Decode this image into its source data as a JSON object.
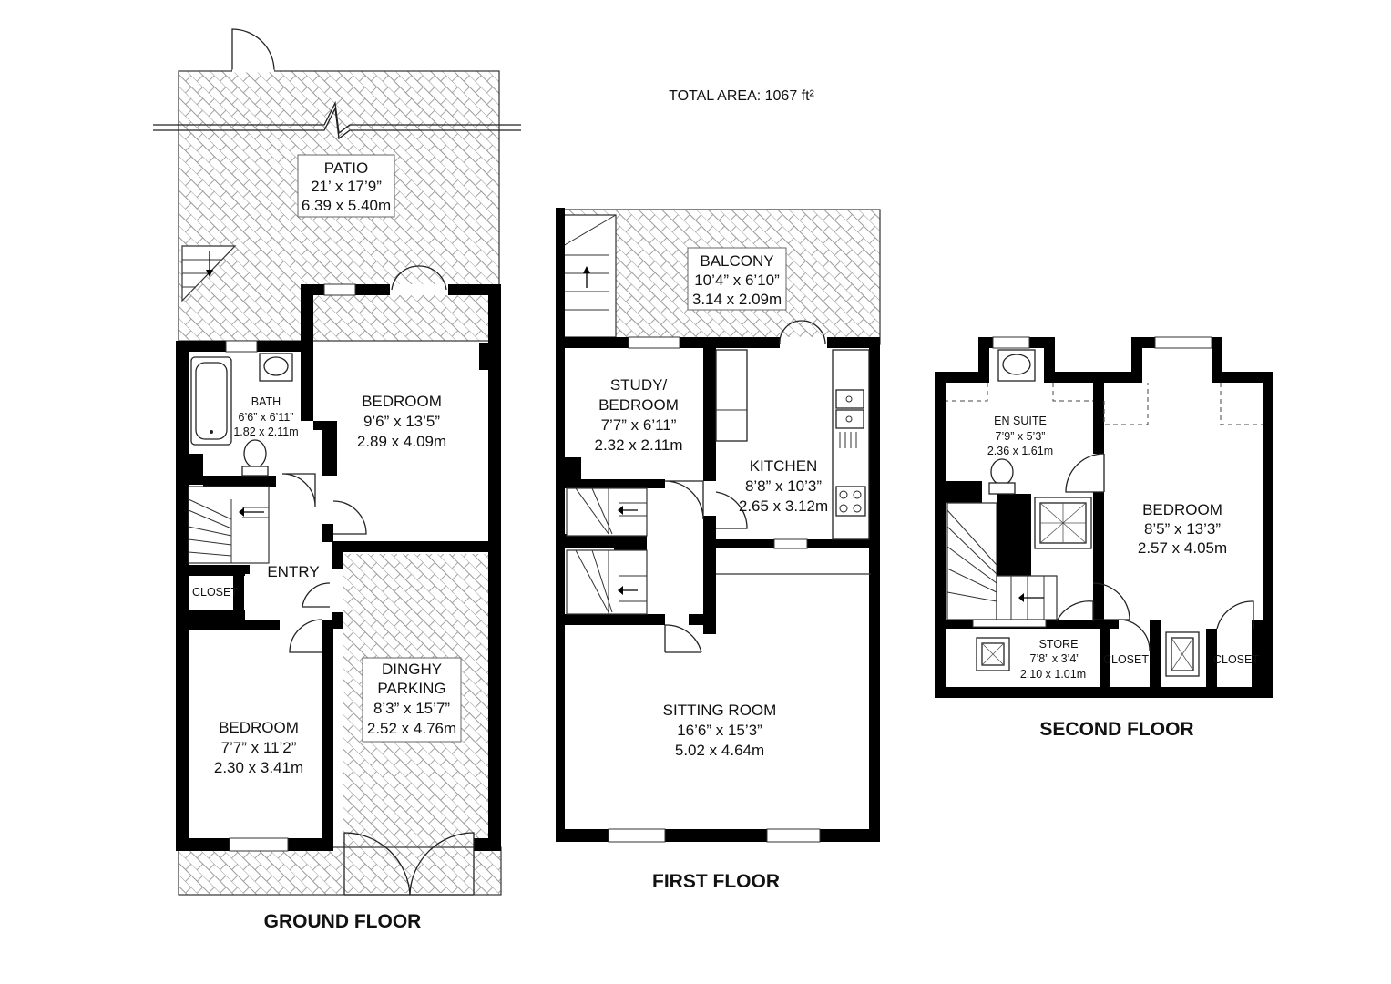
{
  "title": "TOTAL AREA: 1067 ft²",
  "floors": {
    "ground": {
      "name": "GROUND FLOOR",
      "rooms": {
        "patio": {
          "name": "PATIO",
          "imperial": "21’ x 17’9”",
          "metric": "6.39 x 5.40m"
        },
        "bath": {
          "name": "BATH",
          "imperial": "6’6” x 6’11”",
          "metric": "1.82 x 2.11m"
        },
        "bedroom_a": {
          "name": "BEDROOM",
          "imperial": "9’6” x 13’5”",
          "metric": "2.89 x 4.09m"
        },
        "entry": {
          "name": "ENTRY"
        },
        "closet": {
          "name": "CLOSET"
        },
        "bedroom_b": {
          "name": "BEDROOM",
          "imperial": "7’7” x 11’2”",
          "metric": "2.30 x 3.41m"
        },
        "dinghy": {
          "name1": "DINGHY",
          "name2": "PARKING",
          "imperial": "8’3” x 15’7”",
          "metric": "2.52 x 4.76m"
        }
      }
    },
    "first": {
      "name": "FIRST FLOOR",
      "rooms": {
        "balcony": {
          "name": "BALCONY",
          "imperial": "10’4” x 6’10”",
          "metric": "3.14 x 2.09m"
        },
        "study": {
          "name1": "STUDY/",
          "name2": "BEDROOM",
          "imperial": "7’7” x 6’11”",
          "metric": "2.32 x 2.11m"
        },
        "kitchen": {
          "name": "KITCHEN",
          "imperial": "8’8” x 10’3”",
          "metric": "2.65 x 3.12m"
        },
        "sitting": {
          "name": "SITTING ROOM",
          "imperial": "16’6” x 15’3”",
          "metric": "5.02 x 4.64m"
        }
      }
    },
    "second": {
      "name": "SECOND FLOOR",
      "rooms": {
        "ensuite": {
          "name": "EN SUITE",
          "imperial": "7’9” x 5’3”",
          "metric": "2.36 x 1.61m"
        },
        "bedroom": {
          "name": "BEDROOM",
          "imperial": "8’5” x 13’3”",
          "metric": "2.57 x 4.05m"
        },
        "store": {
          "name": "STORE",
          "imperial": "7’8” x 3’4”",
          "metric": "2.10 x 1.01m"
        },
        "closet1": {
          "name": "CLOSET"
        },
        "closet2": {
          "name": "CLOSET"
        }
      }
    }
  }
}
